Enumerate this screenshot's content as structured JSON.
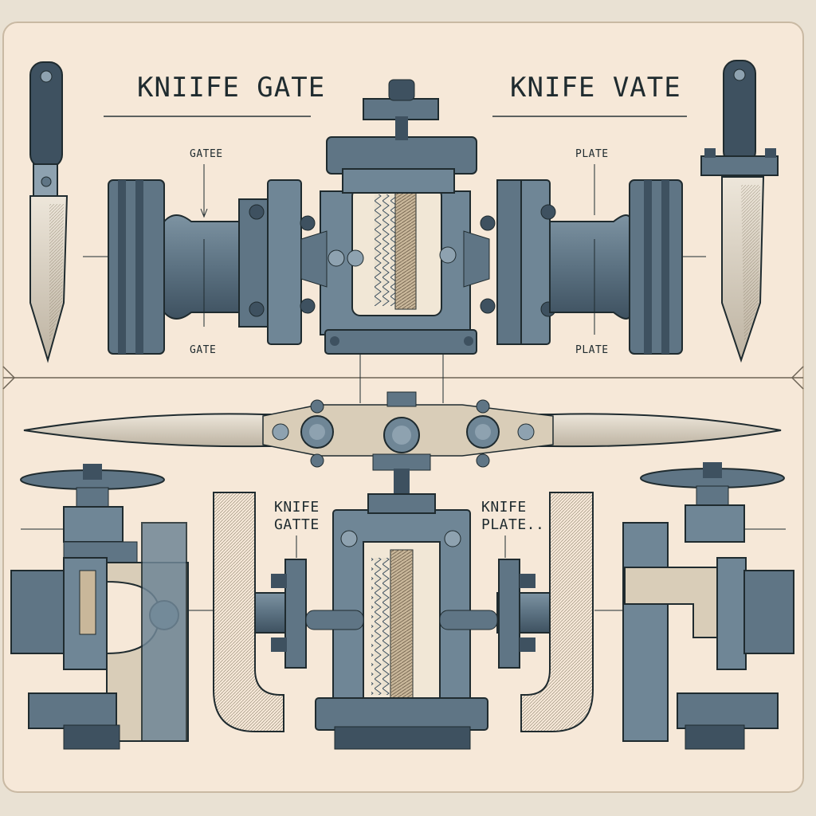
{
  "labels": {
    "title_left": "KNIIFE GATE",
    "title_right": "KNIFE VATE",
    "top_left_upper": "GATEE",
    "top_left_lower": "GATE",
    "top_right_upper": "PLATE",
    "top_right_lower": "PLATE",
    "bottom_left_line1": "KNIFE",
    "bottom_left_line2": "GATTE",
    "bottom_right_line1": "KNIFE",
    "bottom_right_line2": "PLATE.."
  },
  "colors": {
    "paper": "#f6e8d8",
    "steel": "#5f7585",
    "steel_dark": "#3e5160",
    "steel_light": "#8ea2b0",
    "ink": "#1f2b2f",
    "brass": "#c9b79a",
    "blade": "#ddd5c6"
  },
  "icons": [
    "knife-icon",
    "knife-gate-valve-icon",
    "handwheel-icon",
    "blade-icon"
  ]
}
